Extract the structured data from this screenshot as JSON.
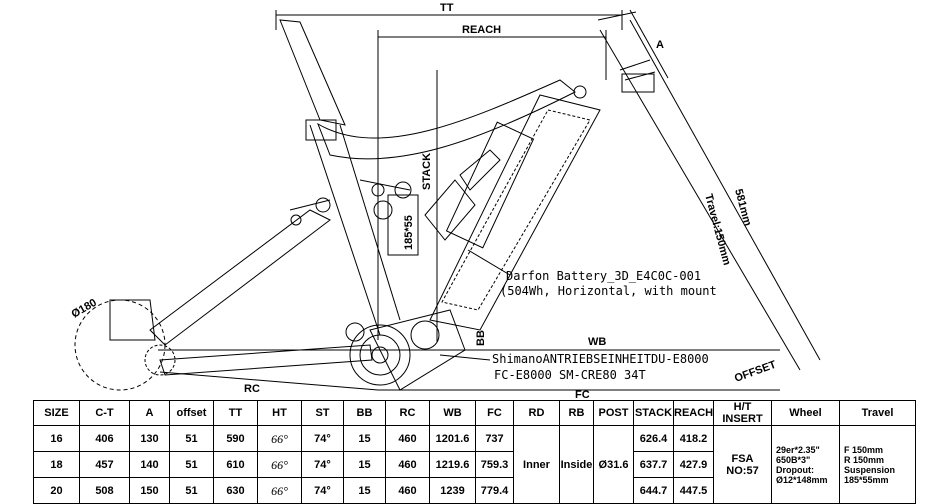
{
  "diagram": {
    "labels": {
      "tt": "TT",
      "reach": "REACH",
      "a": "A",
      "stack": "STACK",
      "wb": "WB",
      "rc": "RC",
      "fc": "FC",
      "bb": "BB",
      "offset": "OFFSET",
      "size_581": "581mm",
      "travel": "Travel:150mm",
      "shock": "185*55",
      "dim_190": "Ø180"
    },
    "notes": {
      "battery_line1": "Darfon Battery_3D_E4C0C-001",
      "battery_line2": "(504Wh, Horizontal, with mount",
      "motor_line1": "ShimanoANTRIEBSEINHEITDU-E8000",
      "motor_line2": "FC-E8000 SM-CRE80 34T"
    }
  },
  "table": {
    "headers": [
      "SIZE",
      "C-T",
      "A",
      "offset",
      "TT",
      "HT",
      "ST",
      "BB",
      "RC",
      "WB",
      "FC",
      "RD",
      "RB",
      "POST",
      "STACK",
      "REACH",
      "H/T INSERT",
      "Wheel",
      "Travel"
    ],
    "rows": [
      [
        "16",
        "406",
        "130",
        "51",
        "590",
        "66°",
        "74°",
        "15",
        "460",
        "1201.6",
        "737",
        "626.4",
        "418.2"
      ],
      [
        "18",
        "457",
        "140",
        "51",
        "610",
        "66°",
        "74°",
        "15",
        "460",
        "1219.6",
        "759.3",
        "637.7",
        "427.9"
      ],
      [
        "20",
        "508",
        "150",
        "51",
        "630",
        "66°",
        "74°",
        "15",
        "460",
        "1239",
        "779.4",
        "644.7",
        "447.5"
      ]
    ],
    "shared": {
      "rd": "Inner",
      "rb": "Inside",
      "post": "Ø31.6",
      "ht_insert": [
        "FSA",
        "NO:57"
      ],
      "wheel": [
        "29er*2.35\"",
        "650B*3\"",
        "Dropout:",
        "Ø12*148mm"
      ],
      "travel": [
        "F 150mm",
        "R 150mm",
        "Suspension",
        "185*55mm"
      ]
    }
  }
}
